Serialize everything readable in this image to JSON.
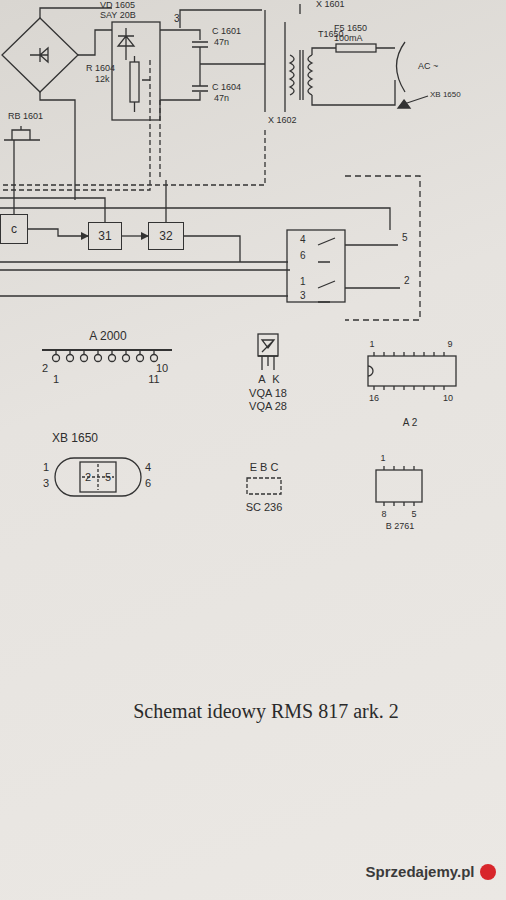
{
  "diagram": {
    "caption": "Schemat ideowy RMS 817 ark. 2",
    "nodes": [
      {
        "text": [
          "c"
        ]
      },
      {
        "text": [
          "31"
        ]
      },
      {
        "text": [
          "32"
        ]
      }
    ],
    "edges": [
      {
        "from": 0,
        "to": 1,
        "arrow": "to"
      },
      {
        "from": 1,
        "to": 2,
        "arrow": "to"
      }
    ],
    "labels": [
      "VD 1605",
      "SAY 20B",
      "R 1604",
      "12k",
      "3",
      "C 1601",
      "47n",
      "C 1604",
      "47n",
      "X 1601",
      "T1650",
      "F5 1650",
      "100mA",
      "AC ~",
      "XB 1650",
      "X 1602",
      "RB 1601",
      "4",
      "6",
      "1",
      "3",
      "5",
      "2",
      "A 2000",
      "2",
      "10",
      "1",
      "11",
      "A",
      "K",
      "VQA 18",
      "VQA 28",
      "1",
      "9",
      "16",
      "10",
      "A 2",
      "XB 1650",
      "1",
      "3",
      "2",
      "5",
      "4",
      "6",
      "E B C",
      "SC 236",
      "1",
      "8",
      "5",
      "B 2761",
      "Sprzedajemy.pl"
    ]
  }
}
